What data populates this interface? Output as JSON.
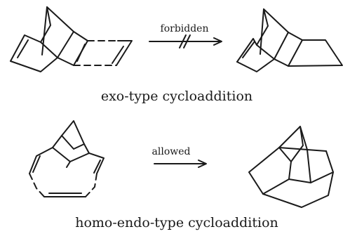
{
  "reactions": [
    {
      "arrow_label": "forbidden",
      "caption": "exo-type cycloaddition"
    },
    {
      "arrow_label": "allowed",
      "caption": "homo-endo-type cycloaddition"
    }
  ],
  "colors": {
    "ink": "#1a1a1a",
    "background": "#ffffff"
  }
}
